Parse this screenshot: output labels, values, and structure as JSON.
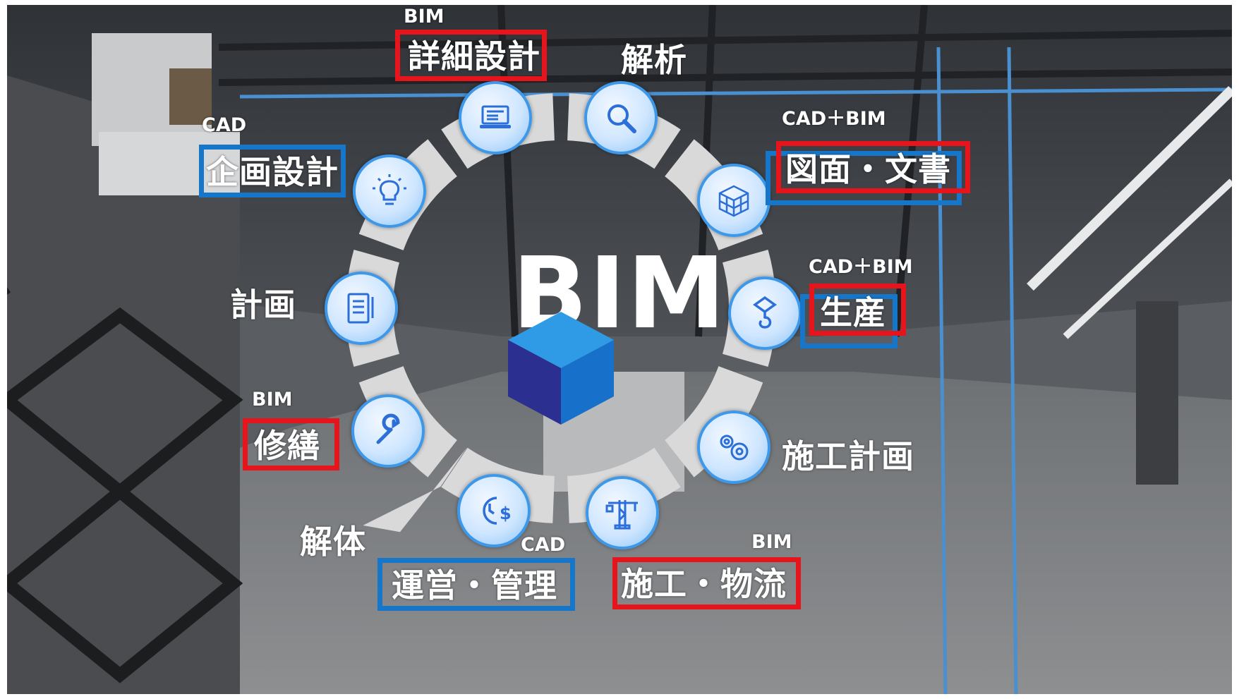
{
  "diagram": {
    "center_title": "BIM",
    "accent": {
      "red": "#e8141c",
      "blue": "#1676c9",
      "icon_blue": "#2c6fd8"
    },
    "stages": [
      {
        "name": "詳細設計",
        "tag": "BIM",
        "icon": "laptop-icon",
        "box": "red"
      },
      {
        "name": "解析",
        "tag": "",
        "icon": "magnifier-icon",
        "box": "none"
      },
      {
        "name": "図面・文書",
        "tag": "CAD＋BIM",
        "icon": "cube-grid-icon",
        "box": "red+blue"
      },
      {
        "name": "生産",
        "tag": "CAD＋BIM",
        "icon": "crane-hook-icon",
        "box": "red+blue"
      },
      {
        "name": "施工計画",
        "tag": "",
        "icon": "gears-icon",
        "box": "none"
      },
      {
        "name": "施工・物流",
        "tag": "BIM",
        "icon": "tower-crane-icon",
        "box": "red"
      },
      {
        "name": "運営・管理",
        "tag": "CAD",
        "icon": "clock-dollar-icon",
        "box": "blue"
      },
      {
        "name": "解体",
        "tag": "",
        "icon": "",
        "box": "none"
      },
      {
        "name": "修繕",
        "tag": "BIM",
        "icon": "wrench-icon",
        "box": "red"
      },
      {
        "name": "計画",
        "tag": "",
        "icon": "document-pencil-icon",
        "box": "none"
      },
      {
        "name": "企画設計",
        "tag": "CAD",
        "icon": "lightbulb-icon",
        "box": "blue"
      }
    ]
  }
}
